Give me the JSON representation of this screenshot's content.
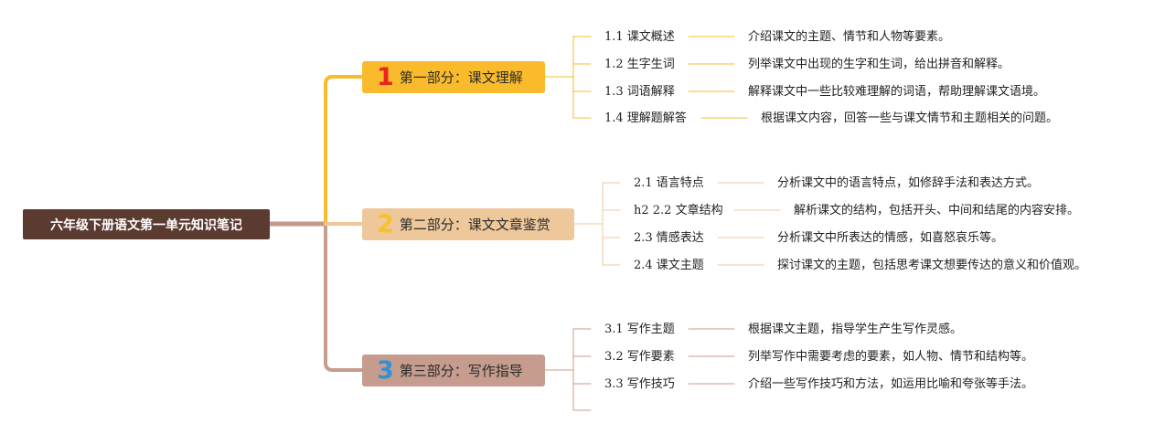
{
  "root": {
    "title": "六年级下册语文第一单元知识笔记"
  },
  "parts": [
    {
      "num": "1",
      "title": "第一部分：课文理解",
      "color": "#f9bb2b",
      "items": [
        {
          "label": "1.1 课文概述",
          "desc": "介绍课文的主题、情节和人物等要素。"
        },
        {
          "label": "1.2 生字生词",
          "desc": "列举课文中出现的生字和生词，给出拼音和解释。"
        },
        {
          "label": "1.3 词语解释",
          "desc": "解释课文中一些比较难理解的词语，帮助理解课文语境。"
        },
        {
          "label": "1.4 理解题解答",
          "desc": "根据课文内容，回答一些与课文情节和主题相关的问题。"
        }
      ]
    },
    {
      "num": "2",
      "title": "第二部分：课文文章鉴赏",
      "color": "#eec89a",
      "items": [
        {
          "label": "2.1 语言特点",
          "desc": "分析课文中的语言特点，如修辞手法和表达方式。"
        },
        {
          "label": "h2 2.2 文章结构",
          "desc": "解析课文的结构，包括开头、中间和结尾的内容安排。"
        },
        {
          "label": "2.3 情感表达",
          "desc": "分析课文中所表达的情感，如喜怒哀乐等。"
        },
        {
          "label": "2.4 课文主题",
          "desc": "探讨课文的主题，包括思考课文想要传达的意义和价值观。"
        }
      ]
    },
    {
      "num": "3",
      "title": "第三部分：写作指导",
      "color": "#c59c8d",
      "items": [
        {
          "label": "3.1 写作主题",
          "desc": "根据课文主题，指导学生产生写作灵感。"
        },
        {
          "label": "3.2 写作要素",
          "desc": "列举写作中需要考虑的要素，如人物、情节和结构等。"
        },
        {
          "label": "3.3 写作技巧",
          "desc": "介绍一些写作技巧和方法，如运用比喻和夸张等手法。"
        },
        {
          "label": "",
          "desc": ""
        }
      ]
    }
  ],
  "colors": {
    "root": "#5b3a30",
    "branch1": "#f9bb2b",
    "branch2": "#eec89a",
    "branch3": "#c59c8d",
    "root_connector": "#c39a8a"
  }
}
